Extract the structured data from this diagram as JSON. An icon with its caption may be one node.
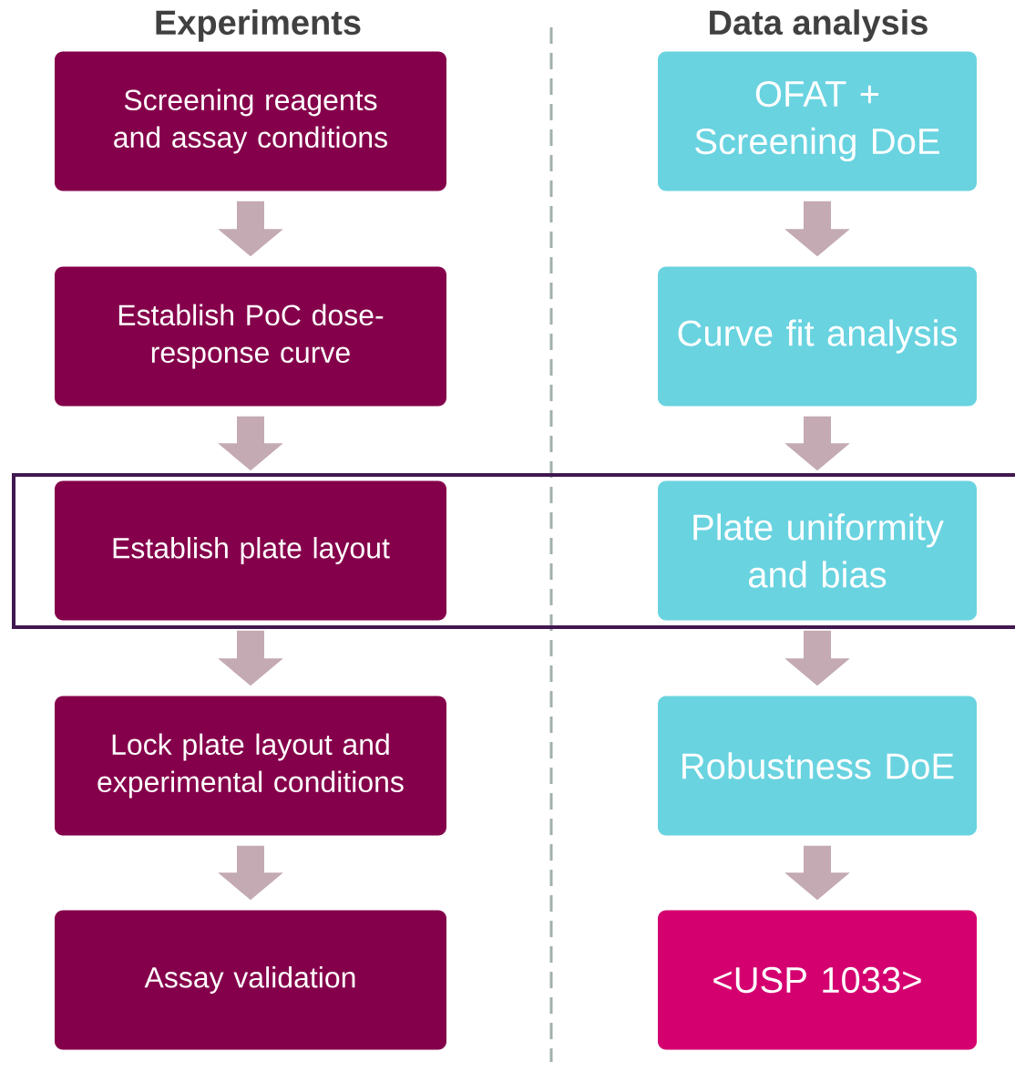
{
  "diagram": {
    "nodes": [
      {
        "text": [
          "Screening reagents and assay conditions"
        ]
      },
      {
        "text": [
          "Establish PoC dose-response curve"
        ]
      },
      {
        "text": [
          "Establish plate layout"
        ]
      },
      {
        "text": [
          "Lock plate layout and experimental conditions"
        ]
      },
      {
        "text": [
          "Assay validation"
        ]
      },
      {
        "text": [
          "OFAT + Screening DoE"
        ]
      },
      {
        "text": [
          "Curve fit analysis"
        ]
      },
      {
        "text": [
          "Plate uniformity and bias"
        ]
      },
      {
        "text": [
          "Robustness DoE"
        ]
      },
      {
        "text": [
          "<USP 1033>"
        ]
      }
    ],
    "edges": [
      {
        "from": 0,
        "to": 1,
        "arrow": "to"
      },
      {
        "from": 1,
        "to": 2,
        "arrow": "to"
      },
      {
        "from": 2,
        "to": 3,
        "arrow": "to"
      },
      {
        "from": 3,
        "to": 4,
        "arrow": "to"
      },
      {
        "from": 5,
        "to": 6,
        "arrow": "to"
      },
      {
        "from": 6,
        "to": 7,
        "arrow": "to"
      },
      {
        "from": 7,
        "to": 8,
        "arrow": "to"
      },
      {
        "from": 8,
        "to": 9,
        "arrow": "to"
      }
    ],
    "labels": [
      "Experiments",
      "Data analysis"
    ]
  }
}
